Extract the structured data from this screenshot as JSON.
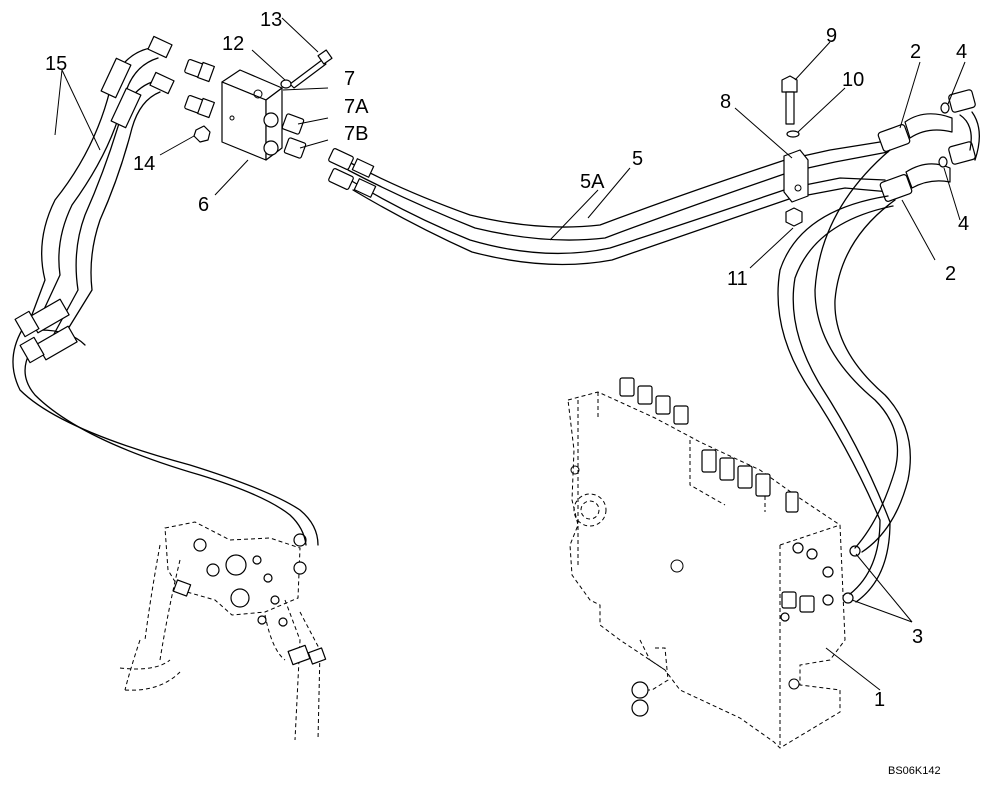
{
  "labels": {
    "l1": "1",
    "l2a": "2",
    "l2b": "2",
    "l3": "3",
    "l4a": "4",
    "l4b": "4",
    "l5": "5",
    "l5a": "5A",
    "l6": "6",
    "l7": "7",
    "l7a": "7A",
    "l7b": "7B",
    "l8": "8",
    "l9": "9",
    "l10": "10",
    "l11": "11",
    "l12": "12",
    "l13": "13",
    "l14": "14",
    "l15": "15"
  },
  "reference_code": "BS06K142"
}
